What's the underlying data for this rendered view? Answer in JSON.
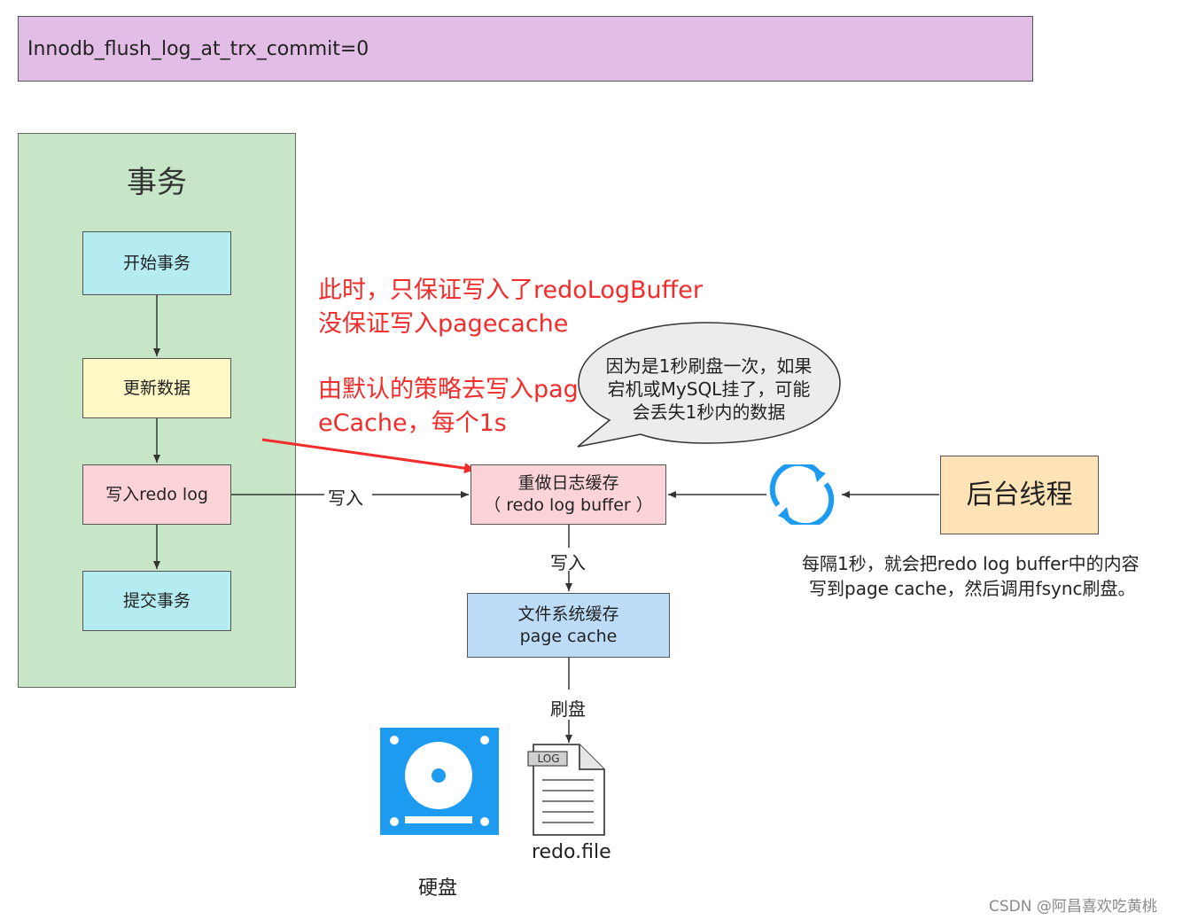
{
  "header": {
    "text": "Innodb_flush_log_at_trx_commit=0"
  },
  "transaction": {
    "title": "事务",
    "steps": [
      "开始事务",
      "更新数据",
      "写入redo log",
      "提交事务"
    ]
  },
  "note": {
    "line1": "此时，只保证写入了redoLogBuffer",
    "line2": "没保证写入pagecache",
    "line3": "由默认的策略去写入pag",
    "line4": "eCache，每个1s"
  },
  "bubble": {
    "line1": "因为是1秒刷盘一次，如果",
    "line2": "宕机或MySQL挂了，可能",
    "line3": "会丢失1秒内的数据"
  },
  "redo_buffer": {
    "line1": "重做日志缓存",
    "line2": "（ redo log buffer ）"
  },
  "page_cache": {
    "line1": "文件系统缓存",
    "line2": "page cache"
  },
  "edges": {
    "write_1": "写入",
    "write_2": "写入",
    "flush": "刷盘"
  },
  "background": {
    "label": "后台线程",
    "desc_line1": "每隔1秒，就会把redo log buffer中的内容",
    "desc_line2": "写到page cache，然后调用fsync刷盘。"
  },
  "disk": {
    "label": "硬盘"
  },
  "logfile": {
    "badge": "LOG",
    "label": "redo.file"
  },
  "watermark": "CSDN @阿昌喜欢吃黄桃",
  "colors": {
    "header": "#e2bde6",
    "panel": "#c7e6c8",
    "cyan": "#b4ecf2",
    "yellow": "#fdf8c6",
    "pink": "#fcd4d8",
    "blue": "#bddcf8",
    "orange": "#fde3b6",
    "note": "#f22b2b",
    "sync_icon": "#1d9bf0",
    "disk": "#1d9bf0"
  },
  "icons": [
    "sync-icon",
    "hard-disk-icon",
    "log-file-icon"
  ]
}
